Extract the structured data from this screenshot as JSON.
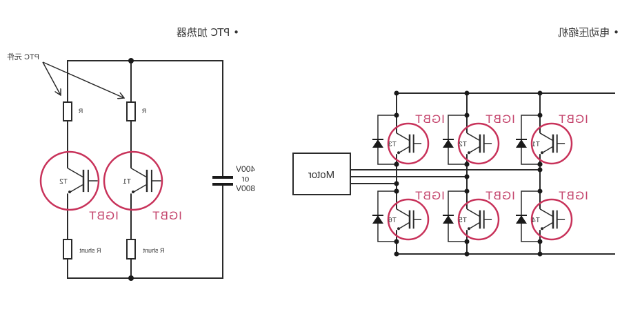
{
  "ptc": {
    "title": "• PTC 加热器",
    "element_label": "PTC 元件",
    "resistor_label": "R",
    "shunt_label": "R shunt",
    "transistors": [
      "T2",
      "T1"
    ],
    "igbt_label": "IGBT",
    "voltage": [
      "400V",
      "or",
      "800V"
    ]
  },
  "compressor": {
    "title": "• 电动压缩机",
    "motor_label": "Motor",
    "igbt_label": "IGBT",
    "upper_transistors": [
      "T3",
      "T2",
      "T1"
    ],
    "lower_transistors": [
      "T6",
      "T5",
      "T4"
    ]
  },
  "colors": {
    "wire": "#2a2a2a",
    "igbt": "#c8325a"
  }
}
